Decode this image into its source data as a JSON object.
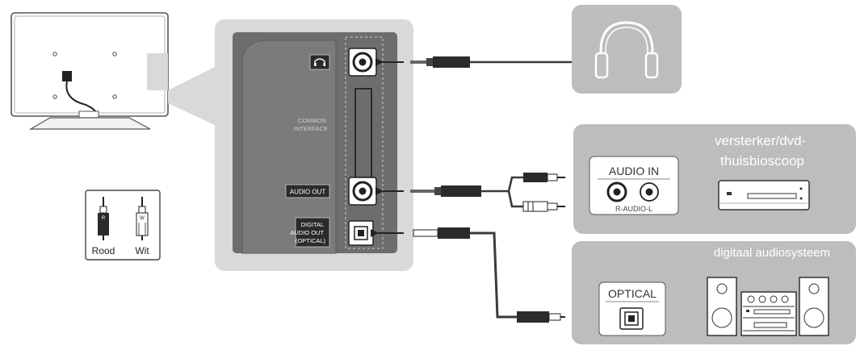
{
  "colors": {
    "panel_light": "#d9d9d9",
    "panel_dark": "#6d6d6d",
    "device_box": "#bdbdbd",
    "cable": "#3a3a3a",
    "label_bg": "#2b2b2b",
    "white": "#ffffff"
  },
  "tv_panel": {
    "headphone_port_icon": "headphones-icon",
    "common_interface_label": [
      "COMMON",
      "INTERFACE"
    ],
    "audio_out_label": "AUDIO OUT",
    "optical_label": [
      "DIGITAL",
      "AUDIO OUT",
      "(OPTICAL)"
    ]
  },
  "legend": {
    "red_plug_letter": "R",
    "white_plug_letter": "W",
    "red_label": "Rood",
    "white_label": "Wit"
  },
  "devices": {
    "headphones_icon": "headphones-icon",
    "amplifier": {
      "title": [
        "versterker/dvd-",
        "thuisbioscoop"
      ],
      "audio_in_label": "AUDIO IN",
      "channels_label": "R-AUDIO-L"
    },
    "digital_audio": {
      "title": "digitaal audiosysteem",
      "optical_label": "OPTICAL"
    }
  }
}
